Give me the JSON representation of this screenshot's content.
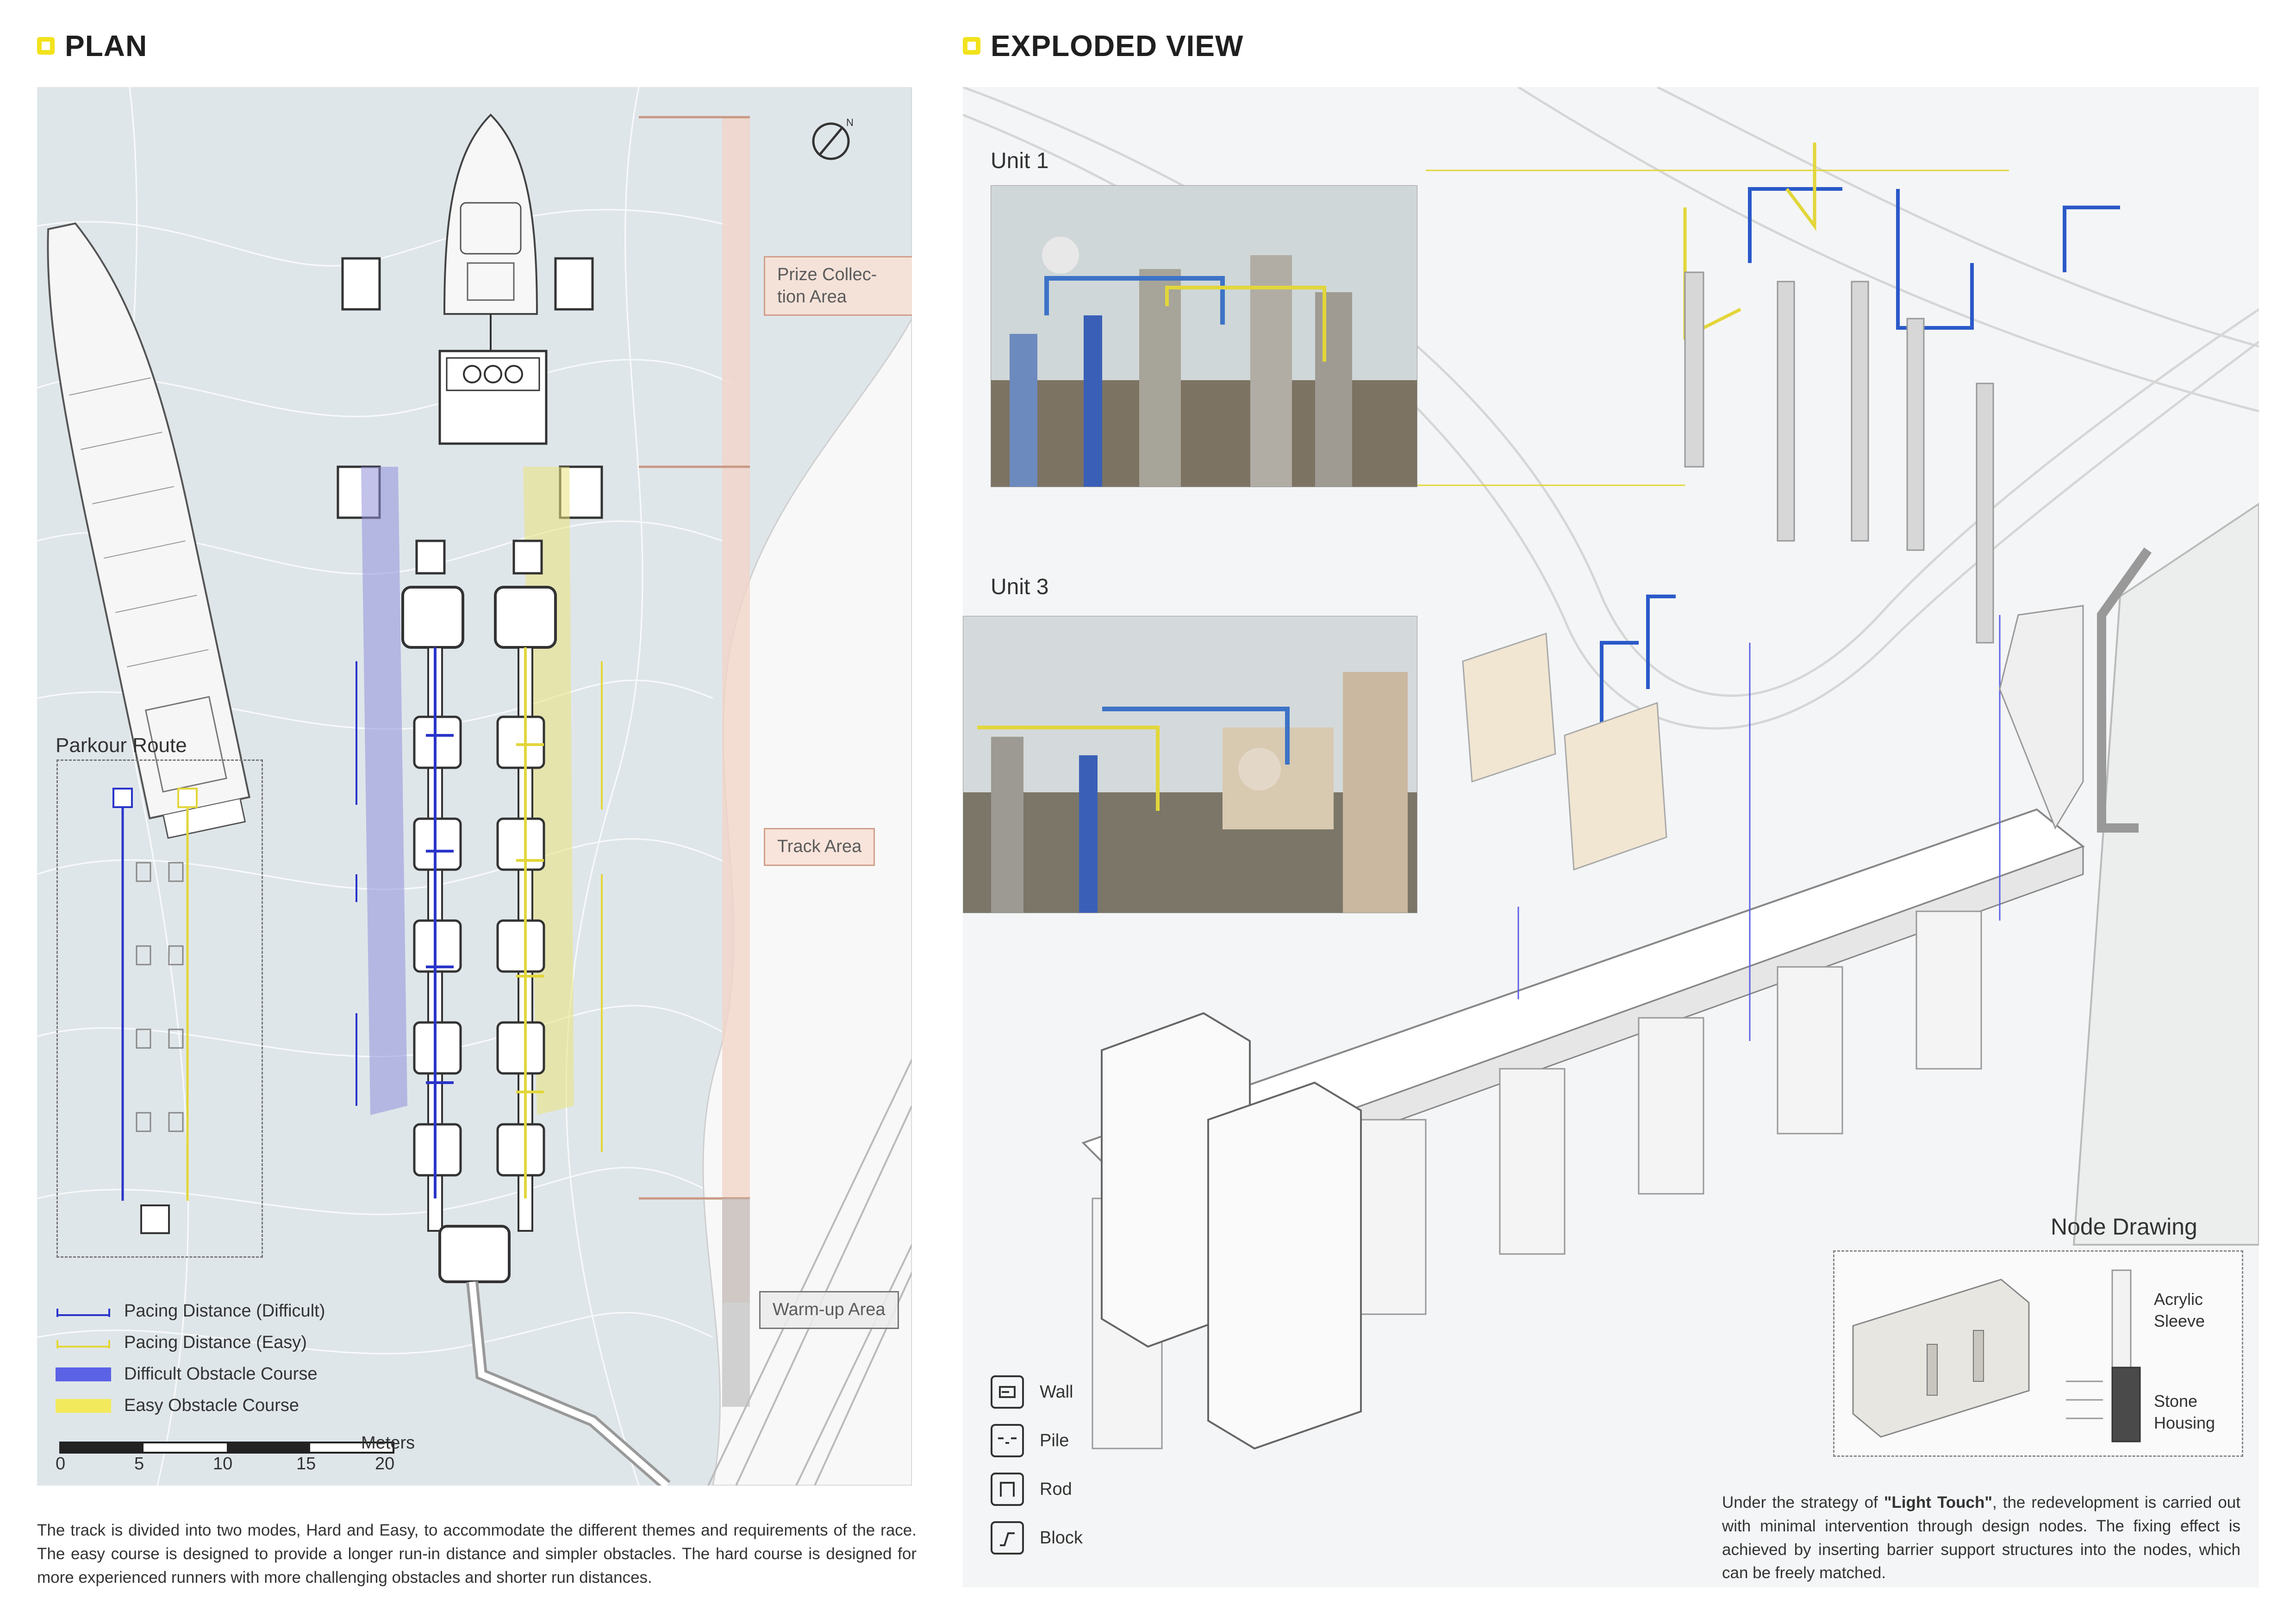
{
  "sections": {
    "plan_title": "PLAN",
    "exploded_title": "EXPLODED VIEW"
  },
  "plan": {
    "areas": {
      "prize": "Prize Collec- tion  Area",
      "track": "Track Area",
      "warmup": "Warm-up Area"
    },
    "parkour_title": "Parkour Route",
    "legend": [
      {
        "label": "Pacing Distance (Difficult)",
        "color": "#2a35c9"
      },
      {
        "label": "Pacing Distance (Easy)",
        "color": "#e6d93a"
      },
      {
        "label": "Difficult Obstacle Course",
        "color": "#5b62e6"
      },
      {
        "label": "Easy Obstacle Course",
        "color": "#f2ea5c"
      }
    ],
    "scale": {
      "unit": "Meters",
      "ticks": [
        "0",
        "5",
        "10",
        "15",
        "20"
      ]
    },
    "north_label": "N",
    "caption": "The track is divided into two modes, Hard and Easy, to accommodate the different themes and requirements of the race. The easy course is designed to provide a longer run-in distance and simpler obstacles. The hard course is designed for more experienced runners with more challenging obstacles and shorter run distances."
  },
  "exploded": {
    "unit1": "Unit 1",
    "unit3": "Unit 3",
    "node_title": "Node Drawing",
    "node_labels": {
      "acrylic": "Acrylic Sleeve",
      "stone": "Stone Housing"
    },
    "key": [
      {
        "label": "Wall",
        "icon": "wall-icon"
      },
      {
        "label": "Pile",
        "icon": "pile-icon"
      },
      {
        "label": "Rod",
        "icon": "rod-icon"
      },
      {
        "label": "Block",
        "icon": "block-icon"
      }
    ],
    "caption_pre": "Under the strategy of ",
    "caption_bold": "\"Light Touch\"",
    "caption_post": ", the redevelopment is carried out with minimal intervention through design nodes. The fixing effect is achieved by inserting barrier support structures into the nodes, which can be freely matched."
  },
  "colors": {
    "accent_yellow": "#f2e21c",
    "difficult_blue": "#3b44d6",
    "easy_yellow": "#e8dc36",
    "area_pink": "#d19f8a",
    "sea": "#dfe6ea"
  }
}
